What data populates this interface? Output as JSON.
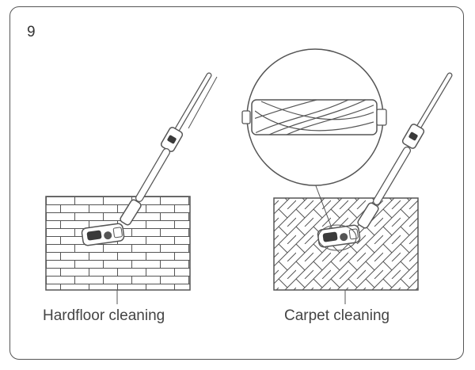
{
  "step": {
    "number": "9"
  },
  "scenes": [
    {
      "caption": "Hardfloor cleaning"
    },
    {
      "caption": "Carpet cleaning"
    }
  ],
  "colors": {
    "line": "#555555",
    "fill": "#ffffff",
    "dark": "#3a3a3a"
  }
}
